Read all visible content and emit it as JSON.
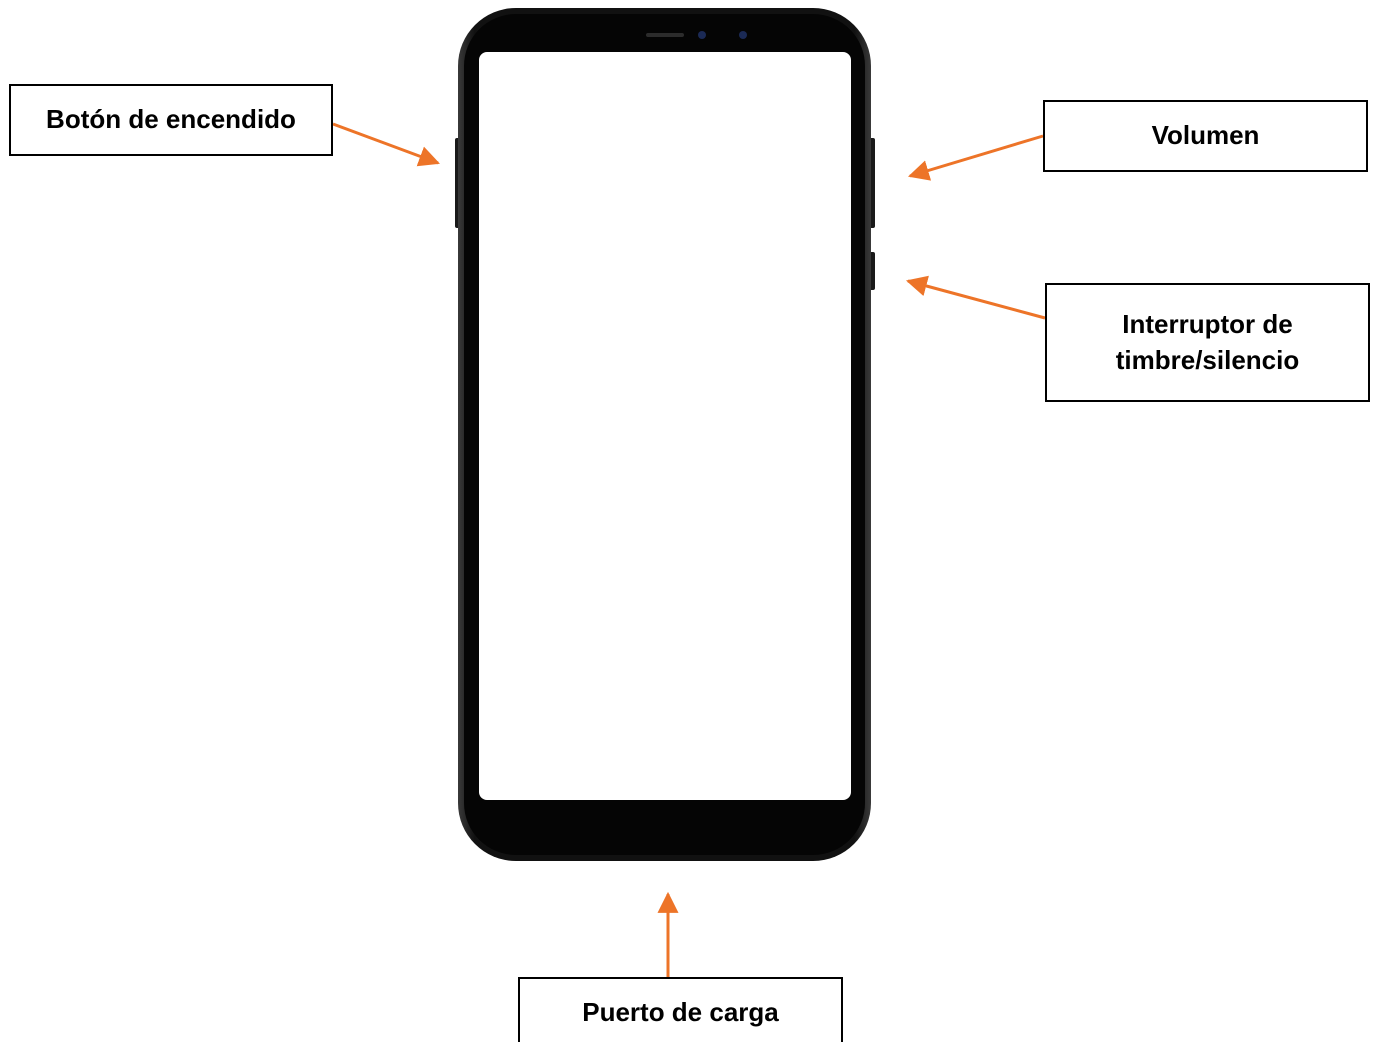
{
  "labels": {
    "power_button": "Botón de encendido",
    "volume": "Volumen",
    "ring_silent_switch": {
      "line1": "Interruptor de",
      "line2": "timbre/silencio"
    },
    "charging_port": "Puerto de carga"
  },
  "colors": {
    "arrow": "#ed7428",
    "phone_body": "#0a0a0a",
    "screen": "#ffffff"
  }
}
